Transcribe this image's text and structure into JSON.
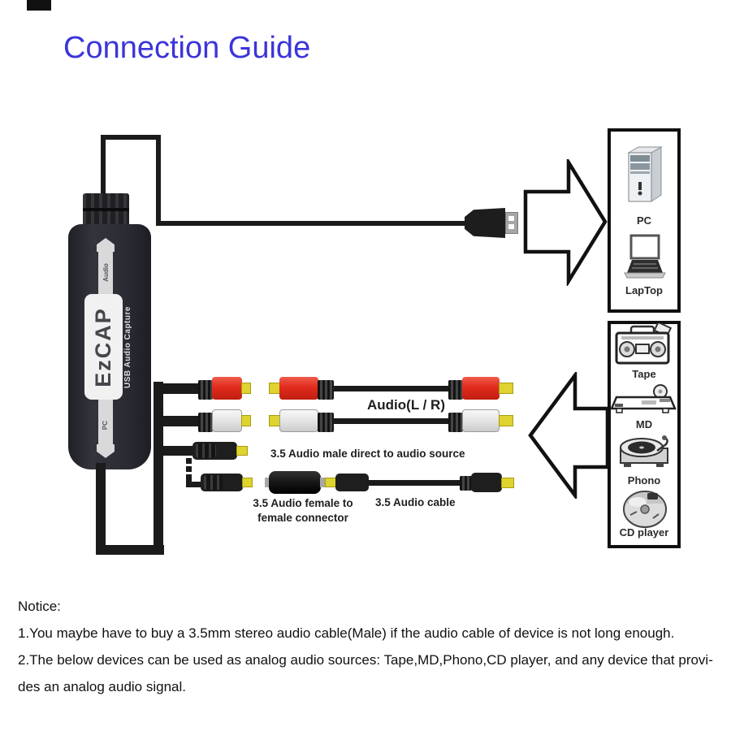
{
  "title": "Connection Guide",
  "device": {
    "brand": "EzCAP",
    "product": "USB Audio Capture",
    "top_port": "Audio",
    "bottom_port": "PC"
  },
  "labels": {
    "audio_lr": "Audio(L / R)",
    "audio_male": "3.5 Audio male direct to audio source",
    "female_line1": "3.5 Audio female to",
    "female_line2": "female connector",
    "audio_cable": "3.5 Audio cable"
  },
  "pc_box": {
    "items": [
      {
        "icon": "desktop-pc-icon",
        "label": "PC"
      },
      {
        "icon": "laptop-icon",
        "label": "LapTop"
      }
    ]
  },
  "sources_box": {
    "items": [
      {
        "icon": "tape-deck-icon",
        "label": "Tape"
      },
      {
        "icon": "md-player-icon",
        "label": "MD"
      },
      {
        "icon": "turntable-icon",
        "label": "Phono"
      },
      {
        "icon": "cd-player-icon",
        "label": "CD player"
      }
    ]
  },
  "notice": {
    "heading": "Notice:",
    "lines": [
      "1.You maybe have to buy a 3.5mm stereo audio cable(Male) if the audio cable of device is not long enough.",
      "2.The below devices can be used as analog audio sources: Tape,MD,Phono,CD player, and any device that provi-",
      "des an analog audio signal."
    ]
  },
  "colors": {
    "title_blue": "#3c35da",
    "rca_red": "#e02b1d",
    "tip_yellow": "#ded32f",
    "cable_black": "#1b1b1b"
  }
}
